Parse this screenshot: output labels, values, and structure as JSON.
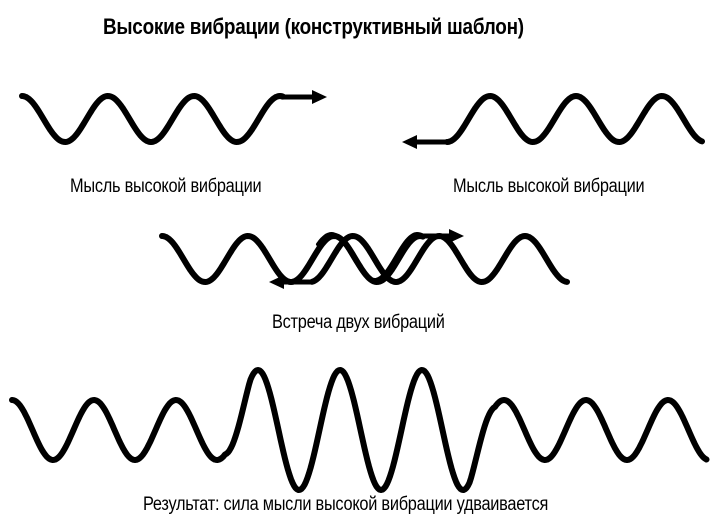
{
  "title": "Высокие вибрации (конструктивный шаблон)",
  "labels": {
    "left_wave": "Мысль высокой вибрации",
    "right_wave": "Мысль высокой вибрации",
    "meeting": "Встреча двух вибраций",
    "result": "Результат: сила мысли высокой вибрации удваивается"
  },
  "colors": {
    "stroke": "#000000",
    "background": "#ffffff"
  },
  "icons": {
    "left_wave_arrow": "arrow-right-icon",
    "right_wave_arrow": "arrow-left-icon",
    "meeting_arrow_right": "arrow-right-icon",
    "meeting_arrow_left": "arrow-left-icon"
  },
  "result_wave": {
    "normal_amplitude": 1,
    "amplified_amplitude": 2
  }
}
